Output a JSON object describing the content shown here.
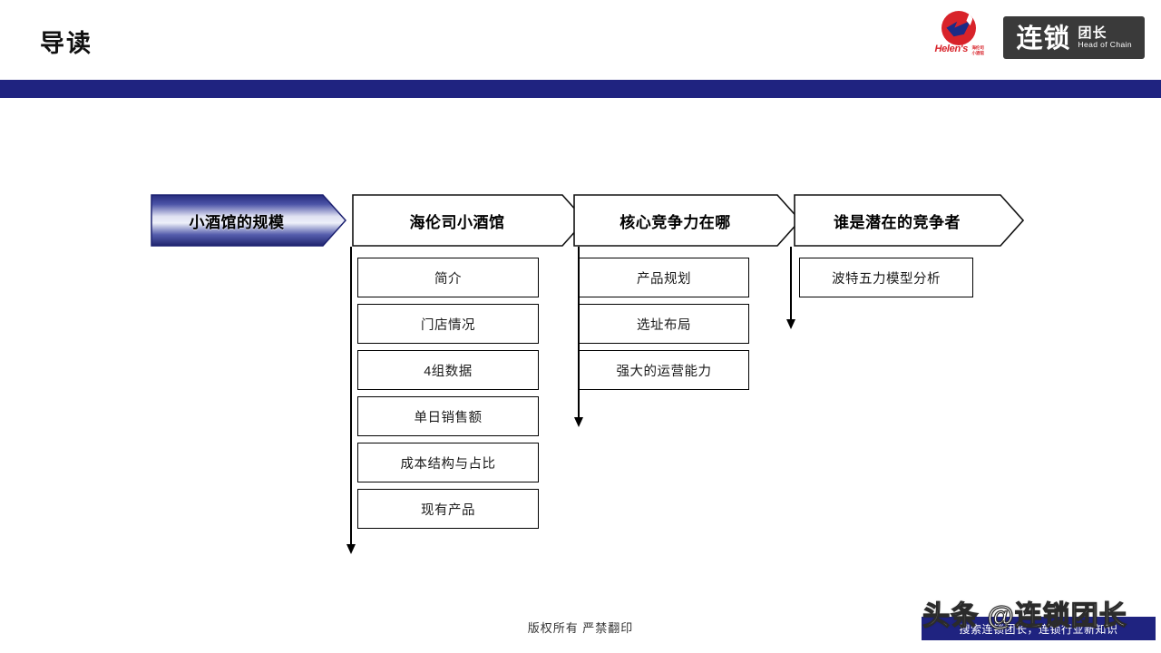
{
  "header": {
    "title": "导读",
    "accent_color": "#1f2380",
    "brand": {
      "helens": {
        "wordmark": "Helen's",
        "cn_line1": "海伦司",
        "cn_line2": "小酒馆",
        "mark_color": "#d8232a",
        "swoosh_color": "#1c2b86"
      },
      "chain": {
        "cn_main": "连锁",
        "cn_sub": "团长",
        "en_sub": "Head of Chain",
        "badge_color": "#3a3a3a"
      }
    }
  },
  "flow": {
    "columns": [
      {
        "id": "scale",
        "heading": "小酒馆的规模",
        "filled": true,
        "items": []
      },
      {
        "id": "helens-bar",
        "heading": "海伦司小酒馆",
        "filled": false,
        "items": [
          "简介",
          "门店情况",
          "4组数据",
          "单日销售额",
          "成本结构与占比",
          "现有产品"
        ]
      },
      {
        "id": "core-competency",
        "heading": "核心竞争力在哪",
        "filled": false,
        "items": [
          "产品规划",
          "选址布局",
          "强大的运营能力"
        ]
      },
      {
        "id": "potential-competitors",
        "heading": "谁是潜在的竞争者",
        "filled": false,
        "items": [
          "波特五力模型分析"
        ]
      }
    ]
  },
  "footer": {
    "copyright": "版权所有 严禁翻印",
    "watermark": "头条 @连锁团长",
    "watermark_banner": "搜索连锁团长，连锁行业新知识"
  }
}
